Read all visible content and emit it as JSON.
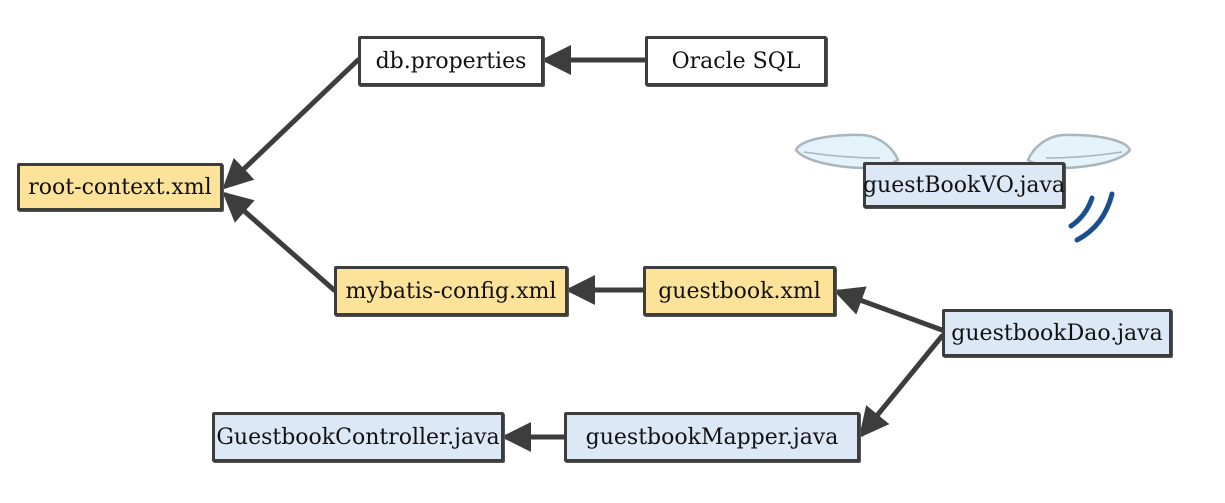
{
  "colors": {
    "yellow_fill": "#fde39a",
    "white_fill": "#ffffff",
    "blue_fill": "#dde8f7",
    "stroke": "#3d3d3d",
    "wing_fill": "#e3f3f9",
    "signal": "#1a4f8f"
  },
  "nodes": {
    "root_context": {
      "label": "root-context.xml",
      "color": "yellow"
    },
    "db_properties": {
      "label": "db.properties",
      "color": "white"
    },
    "oracle_sql": {
      "label": "Oracle SQL",
      "color": "white"
    },
    "mybatis_config": {
      "label": "mybatis-config.xml",
      "color": "yellow"
    },
    "guestbook_xml": {
      "label": "guestbook.xml",
      "color": "yellow"
    },
    "guestbook_vo": {
      "label": "guestBookVO.java",
      "color": "blue"
    },
    "guestbook_dao": {
      "label": "guestbookDao.java",
      "color": "blue"
    },
    "guestbook_mapper": {
      "label": "guestbookMapper.java",
      "color": "blue"
    },
    "guestbook_controller": {
      "label": "GuestbookController.java",
      "color": "blue"
    }
  },
  "edges": [
    {
      "from": "oracle_sql",
      "to": "db_properties"
    },
    {
      "from": "db_properties",
      "to": "root_context"
    },
    {
      "from": "mybatis_config",
      "to": "root_context"
    },
    {
      "from": "guestbook_xml",
      "to": "mybatis_config"
    },
    {
      "from": "guestbook_dao",
      "to": "guestbook_xml"
    },
    {
      "from": "guestbook_dao",
      "to": "guestbook_mapper"
    },
    {
      "from": "guestbook_mapper",
      "to": "guestbook_controller"
    }
  ],
  "decorations": {
    "wings_on": "guestbook_vo",
    "signal_waves_icon": "signal-waves-icon",
    "wings_icon": "wings-icon"
  }
}
